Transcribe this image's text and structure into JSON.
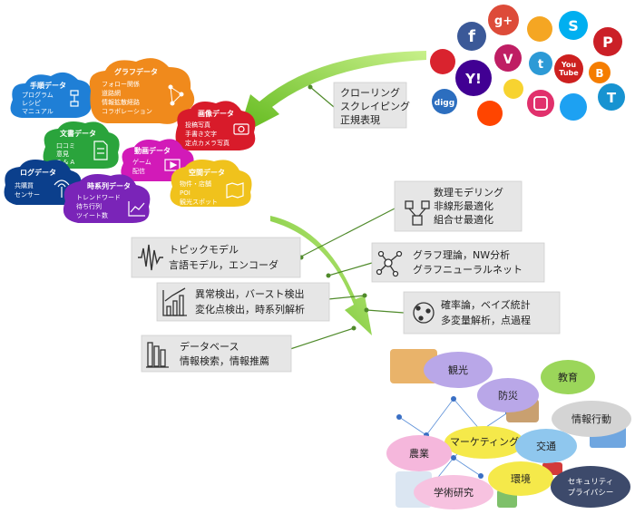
{
  "colors": {
    "arrow": "#7ccc1c",
    "line": "#4f8a2a",
    "box": "#e6e6e6"
  },
  "clouds": [
    {
      "title": "手順データ",
      "items": [
        "プログラム",
        "レシピ",
        "マニュアル"
      ],
      "color": "#1f7fd6",
      "icon": "flowchart-icon"
    },
    {
      "title": "グラフデータ",
      "items": [
        "フォロー関係",
        "道路網",
        "情報拡散経路",
        "コラボレーション"
      ],
      "color": "#f08a1c",
      "icon": "network-icon"
    },
    {
      "title": "画像データ",
      "items": [
        "投稿写真",
        "手書き文字",
        "定点カメラ写真"
      ],
      "color": "#d81b2a",
      "icon": "camera-icon"
    },
    {
      "title": "文書データ",
      "items": [
        "口コミ",
        "意見",
        "Q & A"
      ],
      "color": "#2aa43c",
      "icon": "document-icon"
    },
    {
      "title": "動画データ",
      "items": [
        "ゲーム",
        "配信"
      ],
      "color": "#d21ab8",
      "icon": "video-icon"
    },
    {
      "title": "空間データ",
      "items": [
        "物件・店舗",
        "POI",
        "観光スポット"
      ],
      "color": "#f0c21c",
      "icon": "map-icon"
    },
    {
      "title": "ログデータ",
      "items": [
        "共購買",
        "センサー"
      ],
      "color": "#0b3f8c",
      "icon": "sensor-icon"
    },
    {
      "title": "時系列データ",
      "items": [
        "トレンドワード",
        "待ち行列",
        "ツイート数"
      ],
      "color": "#7a24b8",
      "icon": "line-chart-icon"
    }
  ],
  "collect_box": [
    "クローリング",
    "スクレイピング",
    "正規表現"
  ],
  "left_boxes": [
    {
      "lines": [
        "トピックモデル",
        "言語モデル，エンコーダ"
      ],
      "icon": "waveform-icon"
    },
    {
      "lines": [
        "異常検出，バースト検出",
        "変化点検出，時系列解析"
      ],
      "icon": "bar-trend-icon"
    },
    {
      "lines": [
        "データベース",
        "情報検索，情報推薦"
      ],
      "icon": "database-icon"
    }
  ],
  "right_boxes": [
    {
      "lines": [
        "数理モデリング",
        "非線形最適化",
        "組合せ最適化"
      ],
      "icon": "model-icon"
    },
    {
      "lines": [
        "グラフ理論，NW分析",
        "グラフニューラルネット"
      ],
      "icon": "graph-icon"
    },
    {
      "lines": [
        "確率論，ベイズ統計",
        "多変量解析，点過程"
      ],
      "icon": "probability-icon"
    }
  ],
  "domains": [
    {
      "label": "観光",
      "color": "#b9a7e8"
    },
    {
      "label": "防災",
      "color": "#b9a7e8"
    },
    {
      "label": "教育",
      "color": "#9bd65a"
    },
    {
      "label": "情報行動",
      "color": "#cfcfcf"
    },
    {
      "label": "マーケティング",
      "color": "#f5e94a"
    },
    {
      "label": "交通",
      "color": "#8fc7ee"
    },
    {
      "label": "農業",
      "color": "#f5b7dc"
    },
    {
      "label": "学術研究",
      "color": "#f7c2e0"
    },
    {
      "label": "環境",
      "color": "#f5e94a"
    },
    {
      "label": "セキュリティ",
      "color": "#3d4a6b"
    },
    {
      "label": "プライバシー",
      "color": "#3d4a6b"
    }
  ],
  "social_icons": [
    {
      "label": "g+",
      "color": "#dd4b39"
    },
    {
      "label": "f",
      "color": "#3b5998"
    },
    {
      "label": "S",
      "color": "#00aff0"
    },
    {
      "label": "P",
      "color": "#cb2027"
    },
    {
      "label": "V",
      "color": "#44bbff"
    },
    {
      "label": "t",
      "color": "#2d9ad6"
    },
    {
      "label": "Y!",
      "color": "#410093"
    },
    {
      "label": "You",
      "color": "#cd201f"
    },
    {
      "label": "Tube",
      "color": "#cd201f"
    },
    {
      "label": "B",
      "color": "#f57d00"
    },
    {
      "label": "digg",
      "color": "#2c6ebf"
    },
    {
      "label": "T",
      "color": "#1793d1"
    }
  ]
}
